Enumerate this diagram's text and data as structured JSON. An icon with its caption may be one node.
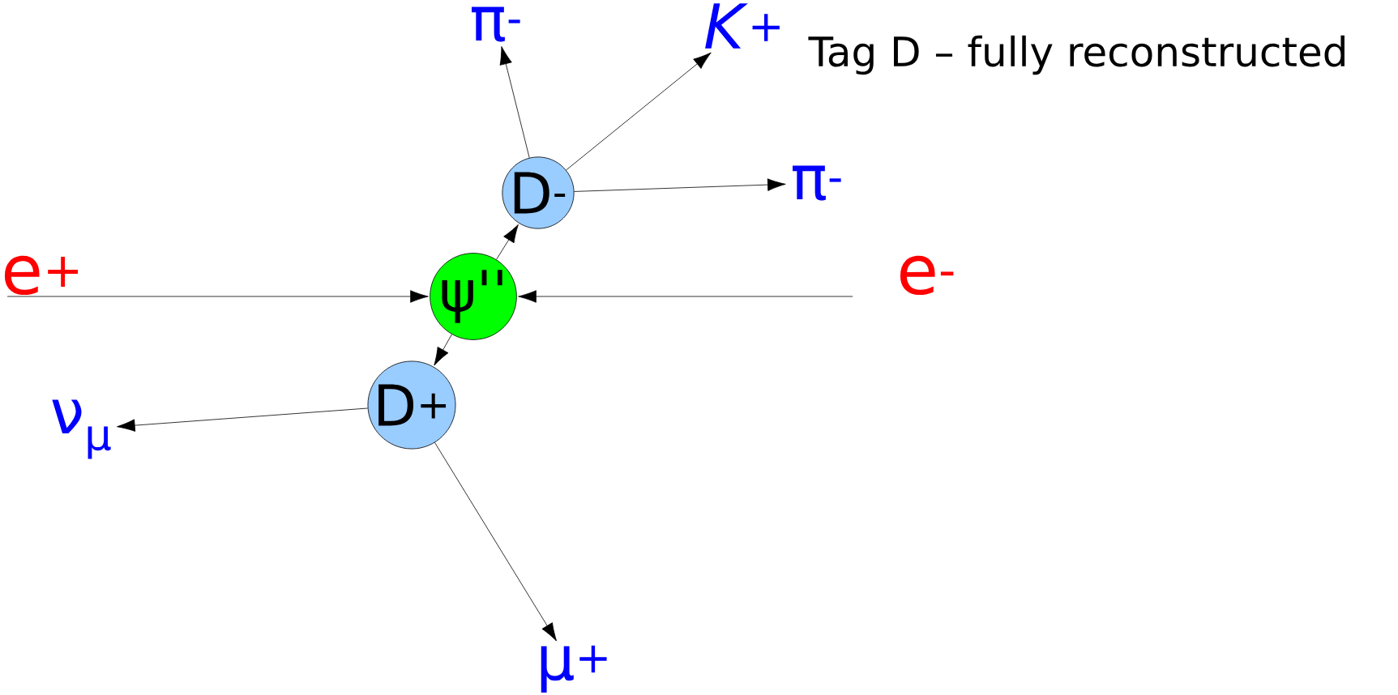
{
  "diagram": {
    "nodes": [
      {
        "text": [
          "e$^{+}$"
        ]
      },
      {
        "text": [
          "ψ''"
        ]
      },
      {
        "text": [
          "e$^{-}$"
        ]
      },
      {
        "text": [
          "D$^{-}$"
        ]
      },
      {
        "text": [
          "D$^{+}$"
        ]
      },
      {
        "text": [
          "π$^{-}$"
        ]
      },
      {
        "text": [
          "*K*$^{+}$"
        ]
      },
      {
        "text": [
          "π$^{-}$"
        ]
      },
      {
        "text": [
          "ν$_{μ}$"
        ]
      },
      {
        "text": [
          "μ$^{+}$"
        ]
      }
    ],
    "edges": [
      {
        "from": 0,
        "to": 1,
        "arrow": "to"
      },
      {
        "from": 2,
        "to": 1,
        "arrow": "to"
      },
      {
        "from": 1,
        "to": 3,
        "arrow": "to"
      },
      {
        "from": 1,
        "to": 4,
        "arrow": "to"
      },
      {
        "from": 3,
        "to": 5,
        "arrow": "to"
      },
      {
        "from": 3,
        "to": 6,
        "arrow": "to"
      },
      {
        "from": 3,
        "to": 7,
        "arrow": "to"
      },
      {
        "from": 4,
        "to": 8,
        "arrow": "to"
      },
      {
        "from": 4,
        "to": 9,
        "arrow": "to"
      }
    ],
    "labels": [
      "Tag D – fully reconstructed"
    ]
  }
}
